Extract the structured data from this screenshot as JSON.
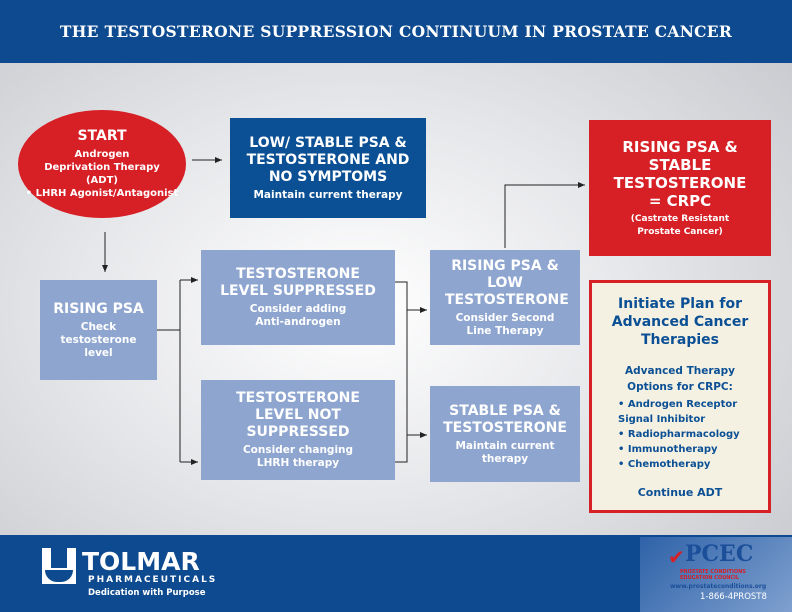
{
  "title": "THE TESTOSTERONE SUPPRESSION CONTINUUM IN PROSTATE CANCER",
  "start": {
    "title": "START",
    "lines": [
      "Androgen Deprivation Therapy (ADT)",
      "• LHRH Agonist/Antagonist"
    ]
  },
  "low_stable": {
    "title": "LOW/ STABLE PSA & TESTOSTERONE AND NO SYMPTOMS",
    "sub": "Maintain current therapy"
  },
  "crpc": {
    "title": "RISING PSA & STABLE TESTOSTERONE = CRPC",
    "sub": "(Castrate Resistant Prostate Cancer)"
  },
  "rising_psa": {
    "title": "RISING PSA",
    "sub": "Check testosterone level"
  },
  "suppressed": {
    "title": "TESTOSTERONE LEVEL SUPPRESSED",
    "sub": "Consider adding Anti-androgen"
  },
  "not_suppressed": {
    "title": "TESTOSTERONE LEVEL NOT SUPPRESSED",
    "sub": "Consider changing LHRH therapy"
  },
  "rising_low": {
    "title": "RISING PSA & LOW TESTOSTERONE",
    "sub": "Consider Second Line Therapy"
  },
  "stable_psa": {
    "title": "STABLE PSA & TESTOSTERONE",
    "sub": "Maintain current therapy"
  },
  "plan": {
    "title": "Initiate Plan for Advanced Cancer Therapies",
    "options_title": "Advanced Therapy Options for CRPC:",
    "options": [
      "• Androgen Receptor Signal Inhibitor",
      "• Radiopharmacology",
      "• Immunotherapy",
      "• Chemotherapy"
    ],
    "footer": "Continue ADT"
  },
  "footer": {
    "brand": "TOLMAR",
    "brand_sub": "PHARMACEUTICALS",
    "tagline": "Dedication with Purpose",
    "pcec": "PCEC",
    "pcec_sub": "PROSTATE CONDITIONS EDUCATION COUNCIL",
    "pcec_url": "www.prostateconditions.org",
    "phone": "1-866-4PROST8"
  },
  "colors": {
    "dark_blue": "#0b4f94",
    "light_blue": "#8ea5cf",
    "red": "#d71f26"
  }
}
